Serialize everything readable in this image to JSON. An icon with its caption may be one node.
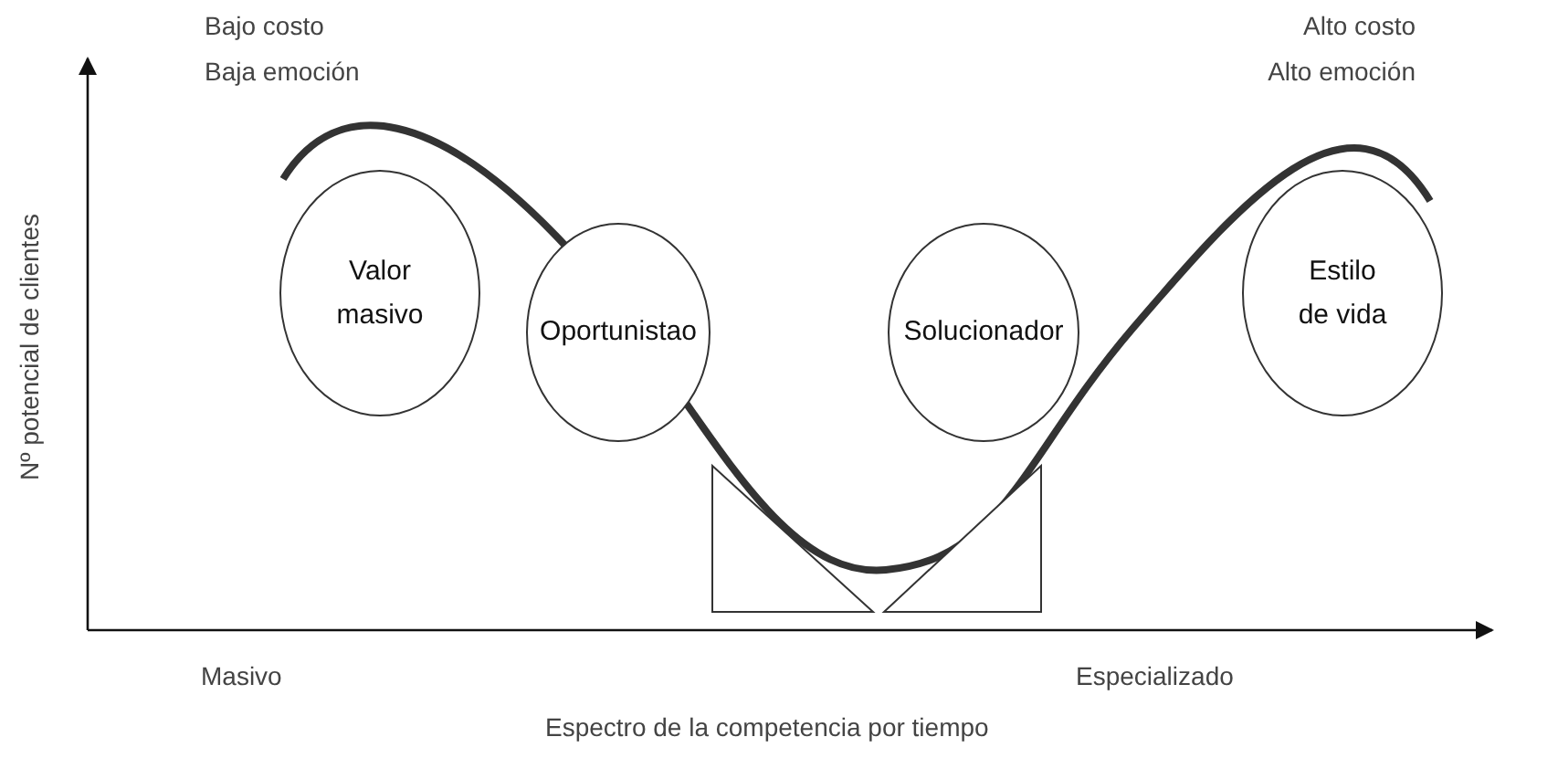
{
  "diagram": {
    "nodes": [
      {
        "text": [
          "Valor masivo"
        ]
      },
      {
        "text": [
          "Oportunistao"
        ]
      },
      {
        "text": [
          "Solucionador"
        ]
      },
      {
        "text": [
          "Estilo de vida"
        ]
      }
    ],
    "labels": [
      "Bajo costo",
      "Baja emoción",
      "Alto costo",
      "Alto emoción",
      "Nº potencial de clientes",
      "Masivo",
      "Especializado",
      "Espectro de la competencia por tiempo"
    ]
  }
}
